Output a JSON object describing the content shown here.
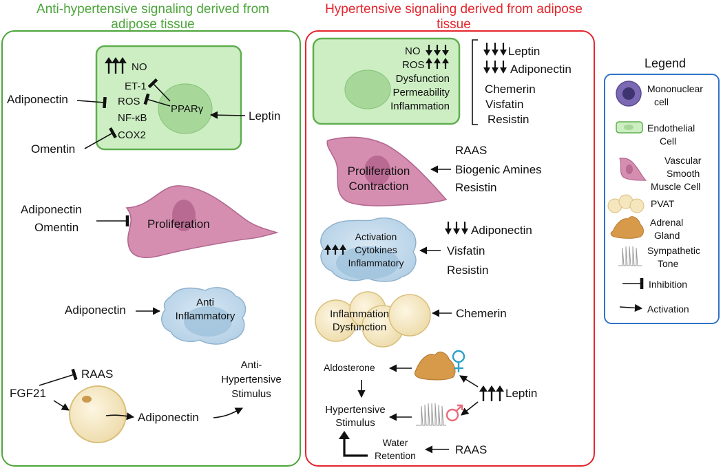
{
  "left_panel": {
    "title_line1": "Anti-hypertensive signaling derived from",
    "title_line2": "adipose tissue",
    "endothelial": {
      "no": "NO",
      "et1": "ET-1",
      "ros": "ROS",
      "nfkb": "NF-κB",
      "cox2": "COX2",
      "ppar": "PPARγ"
    },
    "inputs": {
      "adiponectin": "Adiponectin",
      "omentin": "Omentin",
      "leptin": "Leptin"
    },
    "smooth_muscle": {
      "inhibitor1": "Adiponectin",
      "inhibitor2": "Omentin",
      "cell_label": "Proliferation"
    },
    "mononuclear": {
      "activator": "Adiponectin",
      "label1": "Anti",
      "label2": "Inflammatory"
    },
    "fgf": {
      "fgf21": "FGF21",
      "raas": "RAAS",
      "adiponectin": "Adiponectin",
      "stim1": "Anti-",
      "stim2": "Hypertensive",
      "stim3": "Stimulus"
    }
  },
  "right_panel": {
    "title_line1": "Hypertensive signaling derived from adipose",
    "title_line2": "tissue",
    "endothelial": {
      "no": "NO",
      "ros": "ROS",
      "l1": "Dysfunction",
      "l2": "Permeability",
      "l3": "Inflammation"
    },
    "bracket": {
      "leptin": "Leptin",
      "adiponectin": "Adiponectin",
      "chemerin": "Chemerin",
      "visfatin": "Visfatin",
      "resistin": "Resistin"
    },
    "smooth_muscle": {
      "l1": "Proliferation",
      "l2": "Contraction",
      "i1": "RAAS",
      "i2": "Biogenic Amines",
      "i3": "Resistin"
    },
    "mononuclear": {
      "l1": "Activation",
      "l2": "Cytokines",
      "l3": "Inflammatory",
      "i1": "Adiponectin",
      "i2": "Visfatin",
      "i3": "Resistin"
    },
    "pvat": {
      "l1": "Inflammation",
      "l2": "Dysfunction",
      "i1": "Chemerin"
    },
    "bottom": {
      "aldosterone": "Aldosterone",
      "hyp1": "Hypertensive",
      "hyp2": "Stimulus",
      "water1": "Water",
      "water2": "Retention",
      "leptin": "Leptin",
      "raas": "RAAS"
    }
  },
  "legend": {
    "title": "Legend",
    "items": [
      {
        "l1": "Mononuclear",
        "l2": "cell"
      },
      {
        "l1": "Endothelial",
        "l2": "Cell"
      },
      {
        "l1": "Vascular",
        "l2": "Smooth",
        "l3": "Muscle Cell"
      },
      {
        "l1": "PVAT"
      },
      {
        "l1": "Adrenal",
        "l2": "Gland"
      },
      {
        "l1": "Sympathetic",
        "l2": "Tone"
      },
      {
        "l1": "Inhibition"
      },
      {
        "l1": "Activation"
      }
    ]
  },
  "colors": {
    "green": "#4ca53a",
    "red": "#e3252c",
    "blue": "#2f73c8",
    "endothelial_fill": "#cdeec3",
    "smooth_muscle_fill": "#d58eb0",
    "mononuclear_fill": "#c6dcec",
    "pvat_fill": "#f5e6bf",
    "adrenal_fill": "#d79a4a"
  }
}
